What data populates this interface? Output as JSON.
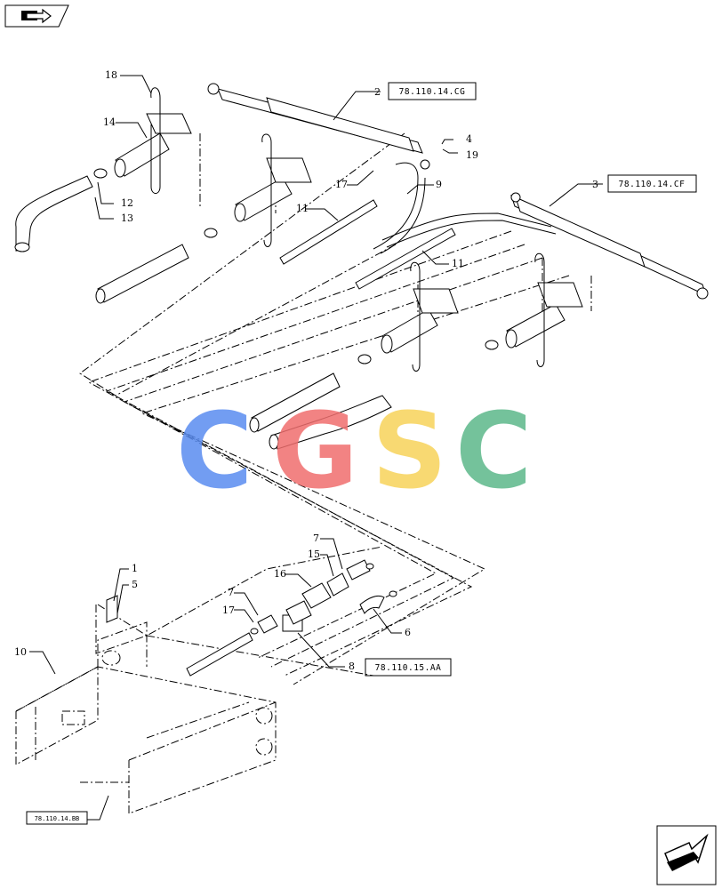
{
  "nav": {
    "prev_icon": "prev-page-arrow-icon",
    "next_icon": "next-page-arrow-icon"
  },
  "references": {
    "ref_2": "78.110.14.CG",
    "ref_3": "78.110.14.CF",
    "ref_8": "78.110.15.AA",
    "ref_frame": "78.110.14.BB"
  },
  "callouts": {
    "c1": "1",
    "c2": "2",
    "c3": "3",
    "c4": "4",
    "c5": "5",
    "c6": "6",
    "c7a": "7",
    "c7b": "7",
    "c8": "8",
    "c9": "9",
    "c10": "10",
    "c11a": "11",
    "c11b": "11",
    "c12": "12",
    "c13": "13",
    "c14": "14",
    "c15": "15",
    "c16": "16",
    "c17a": "17",
    "c17b": "17",
    "c18": "18",
    "c19": "19"
  },
  "watermark": {
    "letters": [
      "C",
      "G",
      "S",
      "C"
    ],
    "colors": [
      "#5a8cf0",
      "#f06e6e",
      "#f7d35a",
      "#5cb88a"
    ]
  }
}
